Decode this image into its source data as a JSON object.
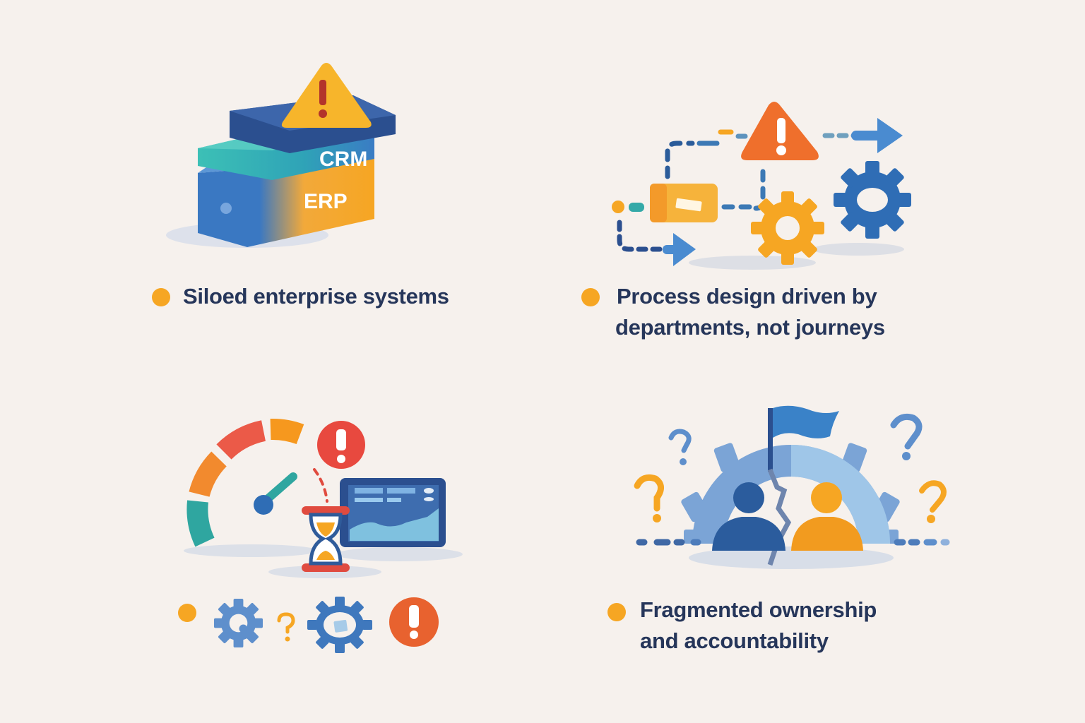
{
  "theme": {
    "background": "#F6F1ED",
    "text_color": "#26365A",
    "bullet_color": "#F6A623",
    "blue": "#2F6DB5",
    "dark_blue": "#2B4F8F",
    "teal": "#34B3B0",
    "orange": "#F6A623",
    "red_orange": "#E8622F",
    "red": "#E04B3F"
  },
  "panels": [
    {
      "id": "siloed-systems",
      "caption": "Siloed enterprise systems",
      "illustration": {
        "type": "stacked-databases",
        "labels": [
          "CRM",
          "ERP"
        ],
        "icons": [
          "warning-triangle-icon"
        ]
      }
    },
    {
      "id": "process-design",
      "caption_lines": [
        "Process design driven by",
        "departments, not journeys"
      ],
      "illustration": {
        "type": "process-flow",
        "icons": [
          "warning-triangle-icon",
          "arrow-right-icon",
          "arrow-right-icon",
          "gear-icon",
          "gear-icon",
          "process-box-icon"
        ]
      }
    },
    {
      "id": "performance-delays",
      "caption": "",
      "illustration": {
        "type": "gauge-hourglass-dashboard",
        "icons": [
          "speedometer-icon",
          "alert-circle-icon",
          "hourglass-icon",
          "dashboard-monitor-icon"
        ]
      },
      "bottom_icons": [
        "gear-search-icon",
        "question-mark-icon",
        "gear-document-icon",
        "alert-circle-icon"
      ]
    },
    {
      "id": "fragmented-ownership",
      "caption_lines": [
        "Fragmented ownership",
        "and accountability"
      ],
      "illustration": {
        "type": "split-team",
        "icons": [
          "gear-icon",
          "flag-icon",
          "person-icon",
          "person-icon",
          "question-mark-icon",
          "question-mark-icon",
          "question-mark-icon",
          "question-mark-icon"
        ]
      }
    }
  ]
}
